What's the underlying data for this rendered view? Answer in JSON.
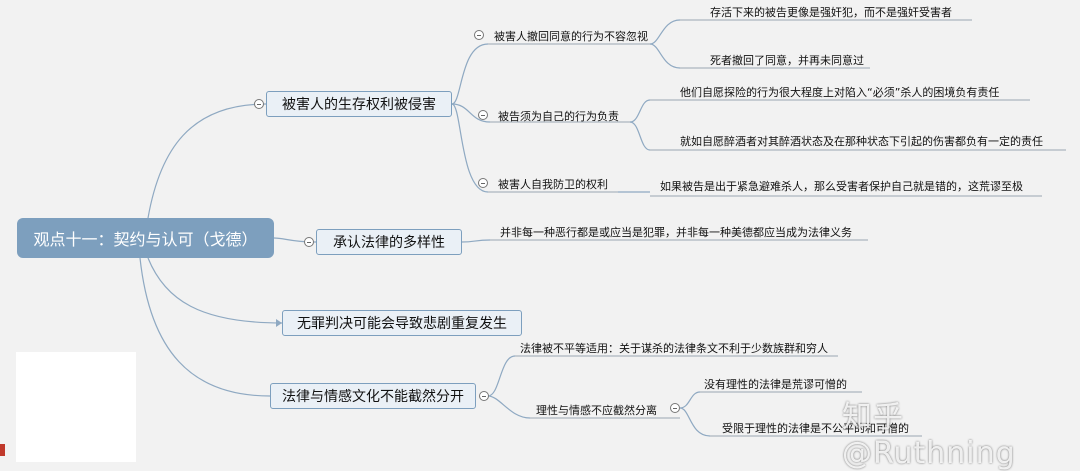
{
  "root": "观点十一：契约与认可（戈德）",
  "branches": [
    {
      "label": "被害人的生存权利被侵害",
      "subs": [
        {
          "label": "被害人撤回同意的行为不容忽视",
          "leaves": [
            "存活下来的被告更像是强奸犯，而不是强奸受害者",
            "死者撤回了同意，并再未同意过"
          ]
        },
        {
          "label": "被告须为自己的行为负责",
          "leaves": [
            "他们自愿探险的行为很大程度上对陷入“必须”杀人的困境负有责任",
            "就如自愿醉酒者对其醉酒状态及在那种状态下引起的伤害都负有一定的责任"
          ]
        },
        {
          "label": "被害人自我防卫的权利",
          "leaves": [
            "如果被告是出于紧急避难杀人，那么受害者保护自己就是错的，这荒谬至极"
          ]
        }
      ]
    },
    {
      "label": "承认法律的多样性",
      "leaves": [
        "并非每一种恶行都是或应当是犯罪，并非每一种美德都应当成为法律义务"
      ]
    },
    {
      "label": "无罪判决可能会导致悲剧重复发生"
    },
    {
      "label": "法律与情感文化不能截然分开",
      "subs": [
        {
          "label": "法律被不平等适用：关于谋杀的法律条文不利于少数族群和穷人"
        },
        {
          "label": "理性与情感不应截然分离",
          "leaves": [
            "没有理性的法律是荒谬可憎的",
            "受限于理性的法律是不公平的和可憎的"
          ]
        }
      ]
    }
  ],
  "watermark": "知乎 @Ruthning",
  "colors": {
    "background": "#f2f2f2",
    "root_fill": "#7d9fbe",
    "branch_fill": "#eaf0f6",
    "line": "#7d9fbe",
    "leaf_line": "#9aa7b3"
  }
}
